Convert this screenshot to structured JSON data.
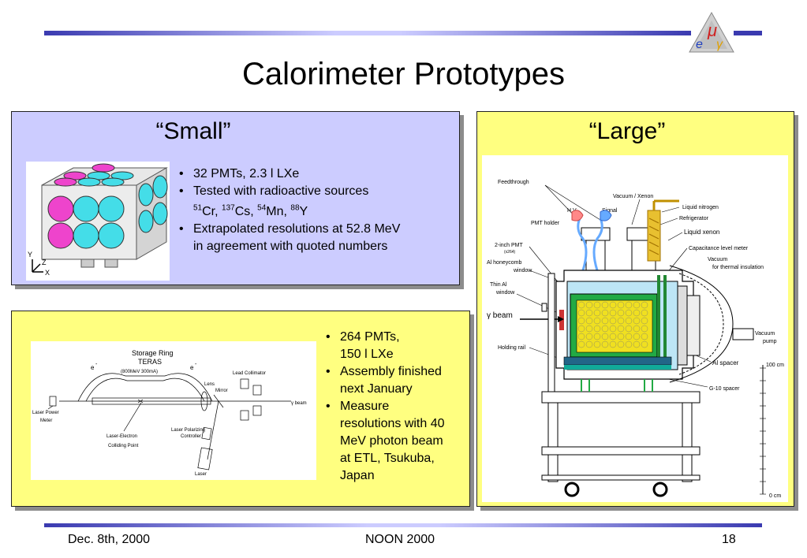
{
  "title": "Calorimeter Prototypes",
  "small": {
    "heading": "“Small”",
    "bullets": [
      "32 PMTs, 2.3 l LXe",
      "Tested with radioactive sources"
    ],
    "isotopes": [
      {
        "mass": "51",
        "symbol": "Cr"
      },
      {
        "mass": "137",
        "symbol": "Cs"
      },
      {
        "mass": "54",
        "symbol": "Mn"
      },
      {
        "mass": "88",
        "symbol": "Y"
      }
    ],
    "bullet3_line1": "Extrapolated resolutions at 52.8 MeV",
    "bullet3_line2": "in agreement with quoted numbers",
    "axes": {
      "y": "Y",
      "z": "Z",
      "x": "X"
    }
  },
  "large": {
    "heading": "“Large”",
    "bullets": [
      [
        "264 PMTs,",
        "150 l LXe"
      ],
      [
        "Assembly finished",
        "next January"
      ],
      [
        "Measure",
        "resolutions with 40",
        "MeV photon beam",
        "at ETL, Tsukuba,",
        "Japan"
      ]
    ],
    "diagram": {
      "feedthrough": "Feedthrough",
      "vacuum_xenon": "Vacuum / Xenon",
      "hv": "H.V.",
      "signal": "Signal",
      "liquid_nitrogen": "Liquid nitrogen",
      "refrigerator": "Refrigerator",
      "pmt_holder": "PMT holder",
      "liquid_xenon": "Liquid xenon",
      "pmt_2inch": "2-inch PMT",
      "pmt_count": "(x264)",
      "cap_meter": "Capacitance level meter",
      "al_honeycomb": "Al honeycomb",
      "window": "window",
      "vacuum": "Vacuum",
      "thermal": "for thermal insulation",
      "thin_al": "Thin Al",
      "window2": "window",
      "gamma_beam": "γ beam",
      "vacuum_pump_1": "Vacuum",
      "vacuum_pump_2": "pump",
      "holding_rail": "Holding rail",
      "al_spacer": "Al spacer",
      "scale_top": "100 cm",
      "g10_spacer": "G-10 spacer",
      "scale_bottom": "0 cm"
    }
  },
  "setup": {
    "storage_ring": "Storage Ring",
    "teras": "TERAS",
    "energy": "(800MeV  300mA)",
    "e_left": "e",
    "e_right": "e",
    "minus": "-",
    "lead_collimator": "Lead Collimator",
    "lens": "Lens",
    "mirror": "Mirror",
    "gamma_beam": "γ beam",
    "laser_power_1": "Laser Power",
    "laser_power_2": "Meter",
    "polarizing_1": "Laser Polarizing",
    "polarizing_2": "Controller",
    "colliding_1": "Laser-Electron",
    "colliding_2": "Colliding Point",
    "laser": "Laser"
  },
  "footer": {
    "date": "Dec. 8th, 2000",
    "event": "NOON 2000",
    "page": "18"
  },
  "colors": {
    "header_line": "#3a3ab0",
    "small_bg": "#ccccff",
    "large_bg": "#ffff80",
    "pmt_cyan": "#44dde8",
    "pmt_magenta": "#ee44cc"
  }
}
